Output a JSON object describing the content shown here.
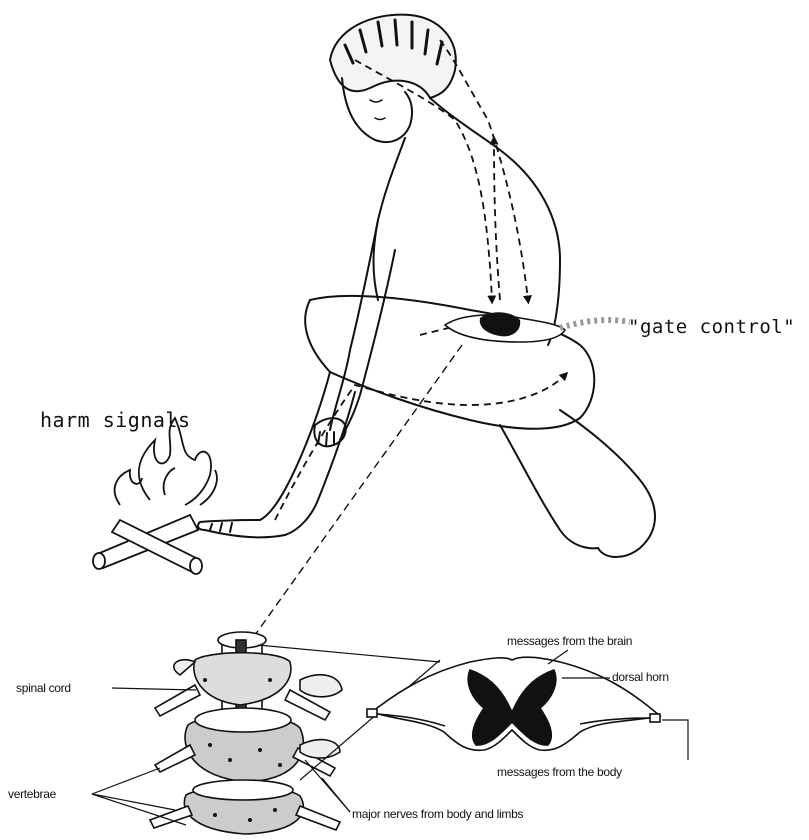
{
  "labels": {
    "harm_signals": "harm signals",
    "gate_control": "\"gate control\"",
    "spinal_cord": "spinal cord",
    "vertebrae": "vertebrae",
    "messages_from_brain": "messages from the brain",
    "dorsal_horn": "dorsal horn",
    "messages_from_body": "messages from the body",
    "major_nerves": "major nerves from body and limbs"
  },
  "colors": {
    "ink": "#111111",
    "paper": "#ffffff"
  }
}
